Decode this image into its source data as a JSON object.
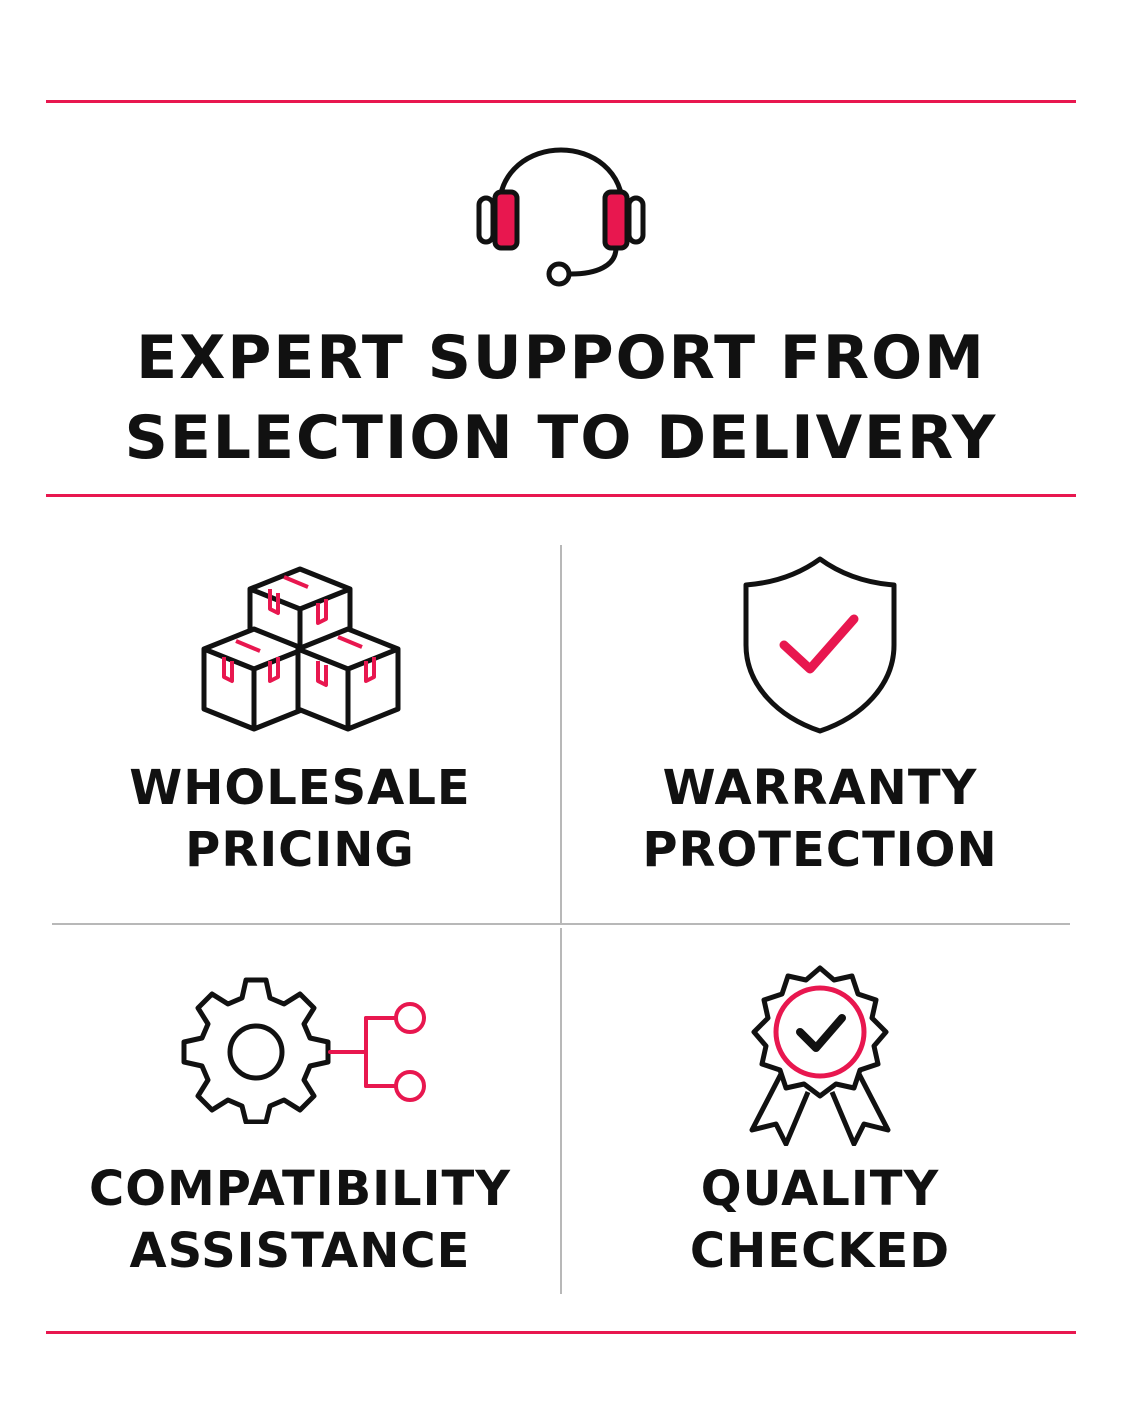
{
  "colors": {
    "accent": "#e8174f",
    "text": "#111111",
    "divider": "#b8b8b8"
  },
  "hero": {
    "icon": "headset-icon",
    "title_line1": "EXPERT SUPPORT FROM",
    "title_line2": "SELECTION TO DELIVERY"
  },
  "features": [
    {
      "icon": "boxes-icon",
      "line1": "WHOLESALE",
      "line2": "PRICING"
    },
    {
      "icon": "shield-check-icon",
      "line1": "WARRANTY",
      "line2": "PROTECTION"
    },
    {
      "icon": "gear-network-icon",
      "line1": "COMPATIBILITY",
      "line2": "ASSISTANCE"
    },
    {
      "icon": "award-badge-icon",
      "line1": "QUALITY",
      "line2": "CHECKED"
    }
  ]
}
